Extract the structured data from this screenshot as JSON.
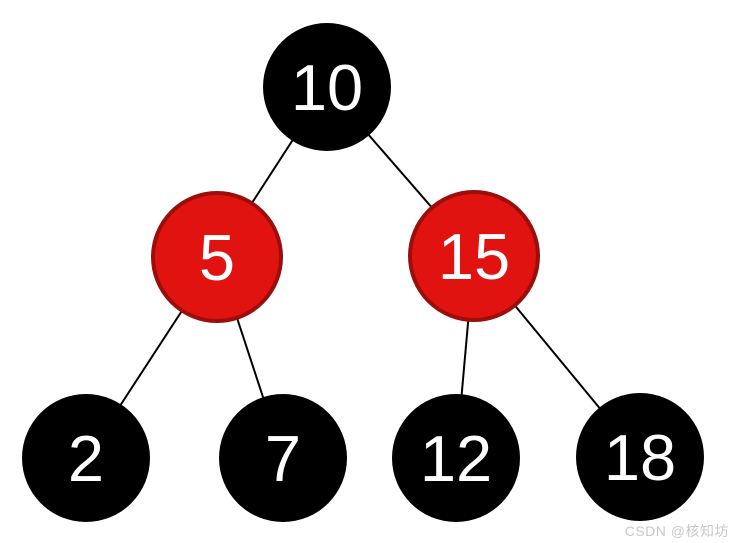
{
  "diagram": {
    "type": "red-black-tree",
    "nodes": [
      {
        "value": "10",
        "color": "black",
        "role": "root"
      },
      {
        "value": "5",
        "color": "red",
        "role": "left-child-of-10"
      },
      {
        "value": "15",
        "color": "red",
        "role": "right-child-of-10"
      },
      {
        "value": "2",
        "color": "black",
        "role": "left-child-of-5"
      },
      {
        "value": "7",
        "color": "black",
        "role": "right-child-of-5"
      },
      {
        "value": "12",
        "color": "black",
        "role": "left-child-of-15"
      },
      {
        "value": "18",
        "color": "black",
        "role": "right-child-of-15"
      }
    ],
    "edges": [
      {
        "from": "10",
        "to": "5"
      },
      {
        "from": "10",
        "to": "15"
      },
      {
        "from": "5",
        "to": "2"
      },
      {
        "from": "5",
        "to": "7"
      },
      {
        "from": "15",
        "to": "12"
      },
      {
        "from": "15",
        "to": "18"
      }
    ]
  },
  "colors": {
    "black_node_fill": "#000000",
    "red_node_fill": "#e01310",
    "red_node_border": "#9b0e0a",
    "node_text": "#ffffff",
    "edge_stroke": "#000000",
    "background": "#ffffff",
    "watermark_color": "#c9c9c9"
  },
  "watermark": {
    "text": "CSDN @核知坊"
  }
}
